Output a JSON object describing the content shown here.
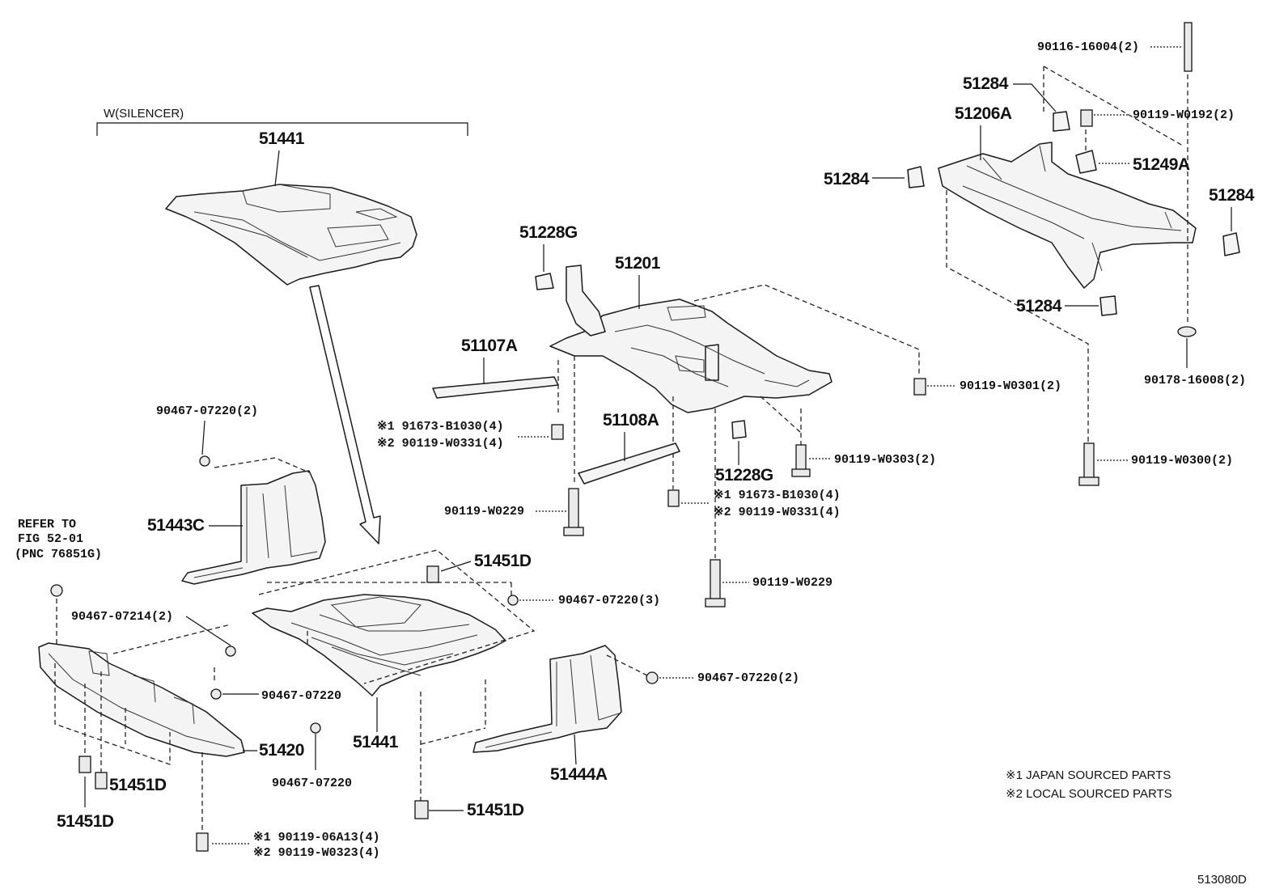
{
  "figure_code": "513080D",
  "silencer_label": "W(SILENCER)",
  "refer": {
    "line1": "REFER TO",
    "line2": "FIG 52-01",
    "line3": "(PNC 76851G)"
  },
  "notes": {
    "n1": "※1 JAPAN SOURCED PARTS",
    "n2": "※2 LOCAL SOURCED PARTS"
  },
  "parts": {
    "p51441_top": "51441",
    "p51441_bottom": "51441",
    "p51443C": "51443C",
    "p51444A": "51444A",
    "p51420": "51420",
    "p51451D_a": "51451D",
    "p51451D_b": "51451D",
    "p51451D_c": "51451D",
    "p51451D_d": "51451D",
    "p51228G_a": "51228G",
    "p51228G_b": "51228G",
    "p51201": "51201",
    "p51107A": "51107A",
    "p51108A": "51108A",
    "p51206A": "51206A",
    "p51284_a": "51284",
    "p51284_b": "51284",
    "p51284_c": "51284",
    "p51284_d": "51284",
    "p51249A": "51249A"
  },
  "fasteners": {
    "f90467_07220_2a": "90467-07220(2)",
    "f90467_07220_2b": "90467-07220(2)",
    "f90467_07220_3": "90467-07220(3)",
    "f90467_07220_a": "90467-07220",
    "f90467_07220_b": "90467-07220",
    "f90467_07214_2": "90467-07214(2)",
    "f90116_16004_2": "90116-16004(2)",
    "f90119_W0192_2": "90119-W0192(2)",
    "f90178_16008_2": "90178-16008(2)",
    "f90119_W0301_2": "90119-W0301(2)",
    "f90119_W0303_2": "90119-W0303(2)",
    "f90119_W0300_2": "90119-W0300(2)",
    "f90119_W0229_a": "90119-W0229",
    "f90119_W0229_b": "90119-W0229",
    "j1_a": "※1 91673-B1030(4)",
    "j2_a": "※2 90119-W0331(4)",
    "j1_b": "※1 91673-B1030(4)",
    "j2_b": "※2 90119-W0331(4)",
    "j1_c": "※1 90119-06A13(4)",
    "j2_c": "※2 90119-W0323(4)"
  }
}
